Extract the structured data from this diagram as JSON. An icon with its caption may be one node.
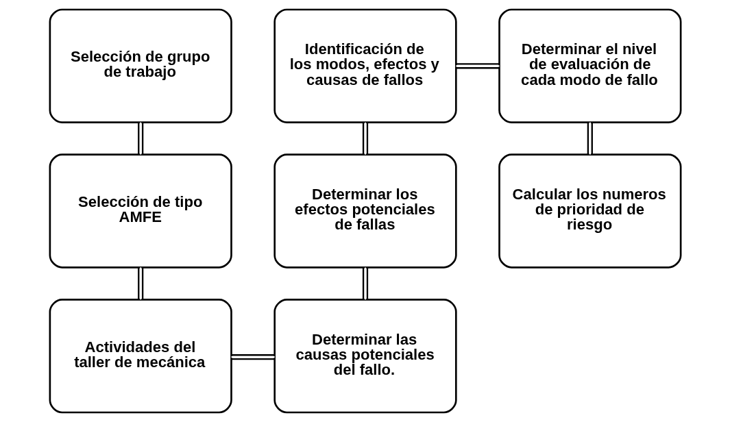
{
  "diagram": {
    "nodes": [
      {
        "text": [
          "Selección de grupo de trabajo"
        ]
      },
      {
        "text": [
          "Selección de tipo AMFE"
        ]
      },
      {
        "text": [
          "Actividades del taller de mecánica"
        ]
      },
      {
        "text": [
          "Determinar las causas potenciales del fallo."
        ]
      },
      {
        "text": [
          "Determinar los efectos potenciales de fallas"
        ]
      },
      {
        "text": [
          "Identificación de los modos, efectos y causas de fallos"
        ]
      },
      {
        "text": [
          "Determinar el nivel de evaluación de cada modo de fallo"
        ]
      },
      {
        "text": [
          "Calcular los numeros de prioridad de riesgo"
        ]
      }
    ],
    "edges": [
      {
        "from": 0,
        "to": 1,
        "arrow": "none"
      },
      {
        "from": 1,
        "to": 2,
        "arrow": "none"
      },
      {
        "from": 2,
        "to": 3,
        "arrow": "none"
      },
      {
        "from": 3,
        "to": 4,
        "arrow": "none"
      },
      {
        "from": 4,
        "to": 5,
        "arrow": "none"
      },
      {
        "from": 5,
        "to": 6,
        "arrow": "none"
      },
      {
        "from": 6,
        "to": 7,
        "arrow": "none"
      }
    ]
  }
}
